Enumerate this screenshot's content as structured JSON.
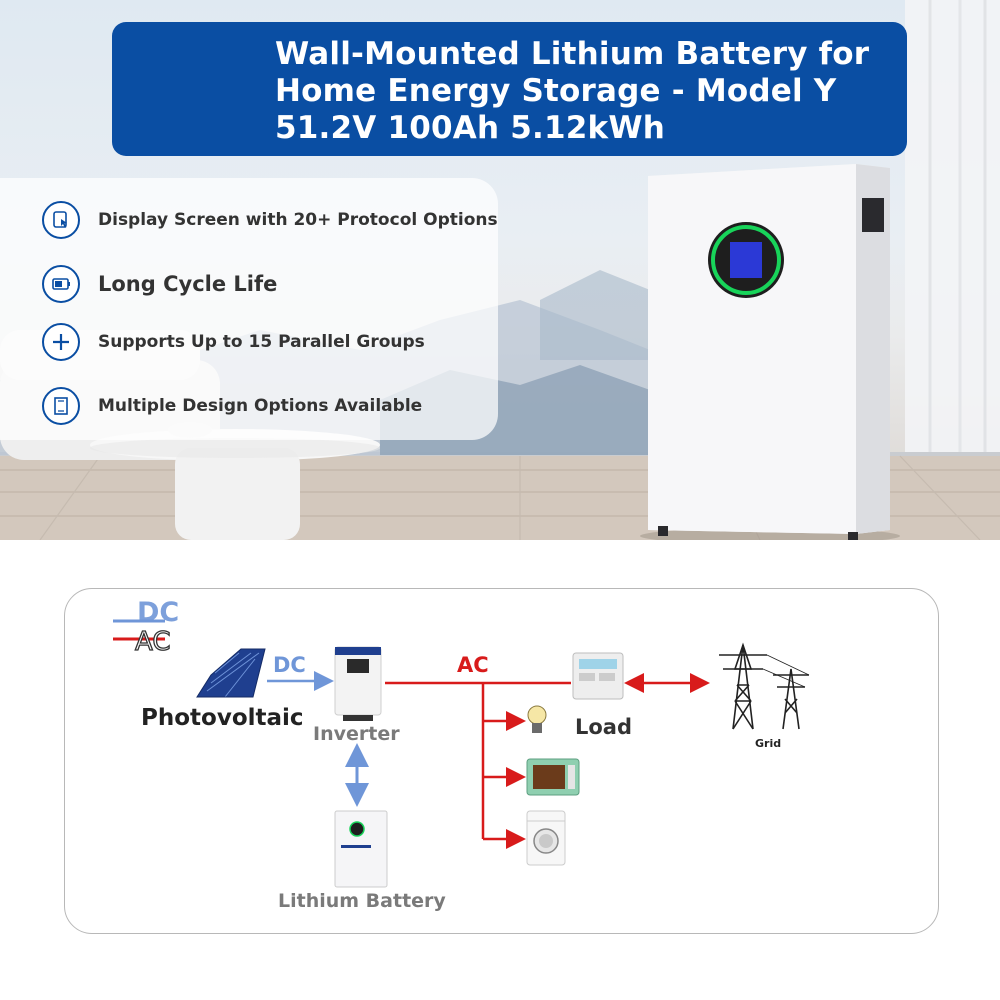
{
  "banner": {
    "line1": "Wall-Mounted Lithium Battery for",
    "line2": "Home Energy Storage - Model Y",
    "line3": "51.2V 100Ah 5.12kWh"
  },
  "features": [
    {
      "label": "Display Screen with 20+ Protocol Options",
      "icon": "touch-screen-icon"
    },
    {
      "label": "Long Cycle Life",
      "icon": "battery-cycle-icon"
    },
    {
      "label": "Supports Up to 15 Parallel Groups",
      "icon": "plus-icon"
    },
    {
      "label": "Multiple Design Options Available",
      "icon": "design-frame-icon"
    }
  ],
  "legend": {
    "dc": "DC",
    "ac": "AC"
  },
  "diagram": {
    "photovoltaic": "Photovoltaic",
    "dc_label": "DC",
    "inverter": "Inverter",
    "ac_label": "AC",
    "load": "Load",
    "grid": "Grid",
    "battery": "Lithium Battery"
  },
  "colors": {
    "brand_blue": "#0a4ea3",
    "dc_line": "#6f96d8",
    "ac_line": "#d81b1b",
    "battery_ring": "#18d45a",
    "battery_screen": "#2b39d6"
  }
}
